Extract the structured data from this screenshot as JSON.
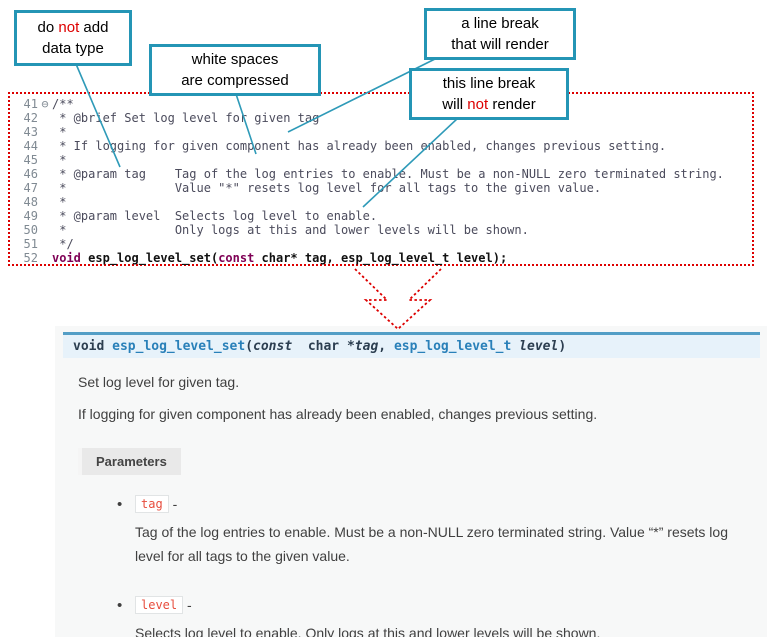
{
  "callouts": {
    "box1": {
      "l1a": "do ",
      "l1b": "not",
      "l1c": " add",
      "l2": "data type"
    },
    "box2": {
      "l1": "white spaces",
      "l2": "are compressed"
    },
    "box3": {
      "l1": "a line break",
      "l2": "that will render"
    },
    "box4": {
      "l1": "this line break",
      "l2a": "will ",
      "l2b": "not",
      "l2c": " render"
    }
  },
  "code": {
    "lines": [
      {
        "num": "41",
        "fold": "⊖",
        "text": "/**"
      },
      {
        "num": "42",
        "fold": "",
        "text": " * @brief Set log level for given tag"
      },
      {
        "num": "43",
        "fold": "",
        "text": " *"
      },
      {
        "num": "44",
        "fold": "",
        "text": " * If logging for given component has already been enabled, changes previous setting."
      },
      {
        "num": "45",
        "fold": "",
        "text": " *"
      },
      {
        "num": "46",
        "fold": "",
        "text": " * @param tag    Tag of the log entries to enable. Must be a non-NULL zero terminated string."
      },
      {
        "num": "47",
        "fold": "",
        "text": " *               Value \"*\" resets log level for all tags to the given value."
      },
      {
        "num": "48",
        "fold": "",
        "text": " *"
      },
      {
        "num": "49",
        "fold": "",
        "text": " * @param level  Selects log level to enable."
      },
      {
        "num": "50",
        "fold": "",
        "text": " *               Only logs at this and lower levels will be shown."
      },
      {
        "num": "51",
        "fold": "",
        "text": " */"
      }
    ],
    "line52": {
      "num": "52",
      "t1": "void",
      "t2": " esp_log_level_set(",
      "t3": "const",
      "t4": " char* tag, esp_log_level_t level);"
    }
  },
  "doc": {
    "signature": {
      "t_void": "void ",
      "t_name": "esp_log_level_set",
      "t_open": "(",
      "t_const": "const",
      "t_char": "  char *",
      "t_tag": "tag",
      "t_comma": ", ",
      "t_type": "esp_log_level_t ",
      "t_level": "level",
      "t_close": ")"
    },
    "brief": "Set log level for given tag.",
    "detail": "If logging for given component has already been enabled, changes previous setting.",
    "params_label": "Parameters",
    "bullet": "•",
    "params": [
      {
        "name": "tag",
        "dash": " -",
        "desc": "Tag of the log entries to enable. Must be a non-NULL zero terminated string. Value “*” resets log level for all tags to the given value."
      },
      {
        "name": "level",
        "dash": " -",
        "desc": "Selects log level to enable. Only logs at this and lower levels will be shown."
      }
    ]
  }
}
